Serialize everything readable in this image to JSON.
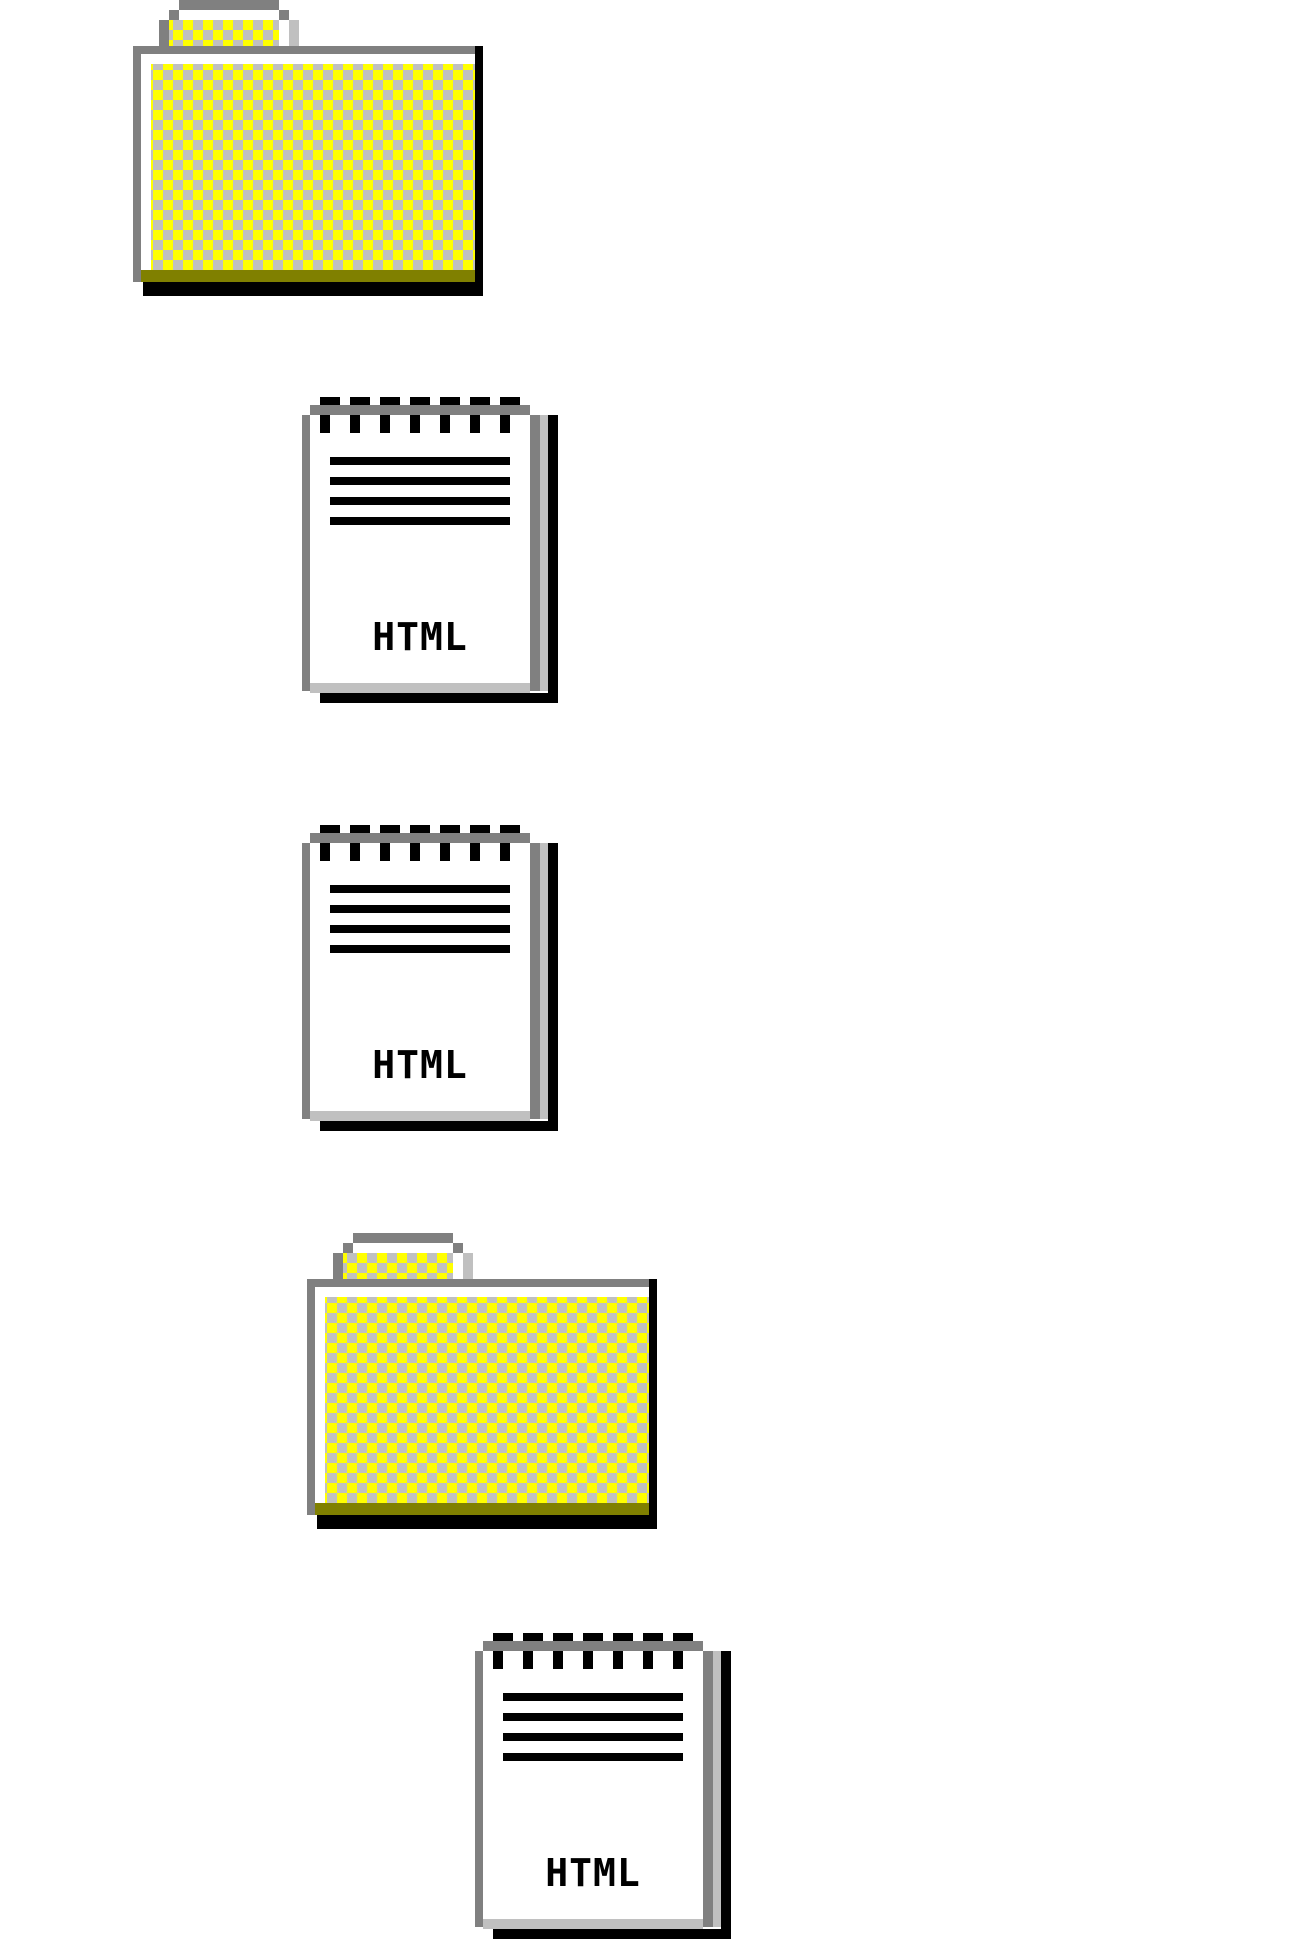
{
  "tree": {
    "items": [
      {
        "kind": "folder",
        "icon": "folder-icon"
      },
      {
        "kind": "file",
        "icon": "html-file-icon",
        "badge": "HTML"
      },
      {
        "kind": "file",
        "icon": "html-file-icon",
        "badge": "HTML"
      },
      {
        "kind": "folder",
        "icon": "folder-icon"
      },
      {
        "kind": "file",
        "icon": "html-file-icon",
        "badge": "HTML"
      }
    ]
  },
  "colors": {
    "folder_yellow": "#ffff00",
    "folder_checker": "#c0c0c0",
    "outline_gray": "#808080",
    "shadow_olive": "#808000",
    "shadow_black": "#000000",
    "paper_white": "#ffffff"
  }
}
